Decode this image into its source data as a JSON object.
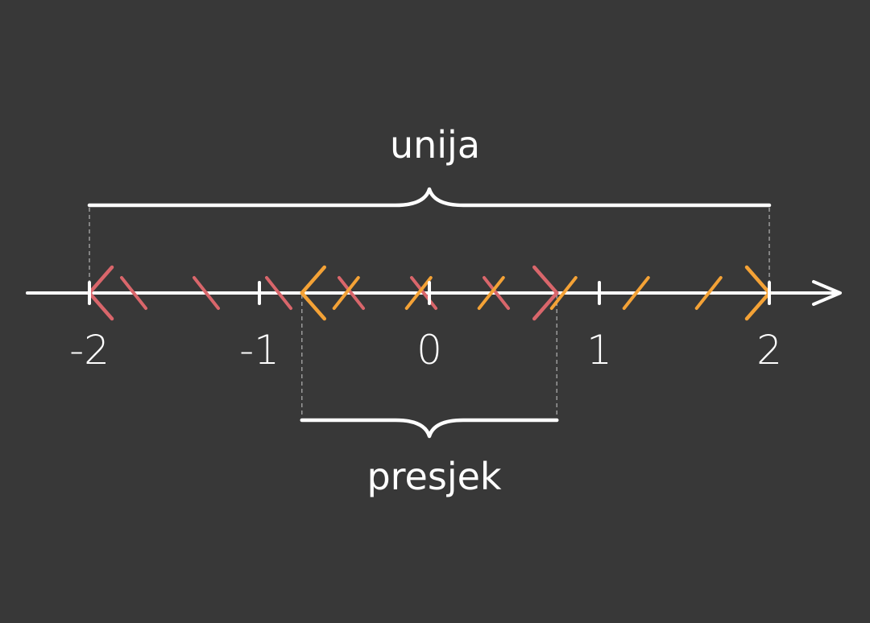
{
  "colors": {
    "background": "#383838",
    "axis": "#ffffff",
    "interval_a": "#d9666b",
    "interval_b": "#f4a236",
    "guide": "#9a9a9a"
  },
  "labels": {
    "union": "unija",
    "intersection": "presjek"
  },
  "axis": {
    "ticks": [
      {
        "value": -2,
        "label": "-2"
      },
      {
        "value": -1,
        "label": "-1"
      },
      {
        "value": 0,
        "label": "0"
      },
      {
        "value": 1,
        "label": "1"
      },
      {
        "value": 2,
        "label": "2"
      }
    ]
  },
  "intervals": {
    "a": {
      "from": -2,
      "to": 0.75,
      "open_left": true,
      "open_right": true
    },
    "b": {
      "from": -0.75,
      "to": 2,
      "open_left": true,
      "open_right": true
    }
  },
  "union": {
    "from": -2,
    "to": 2
  },
  "intersection": {
    "from": -0.75,
    "to": 0.75
  }
}
